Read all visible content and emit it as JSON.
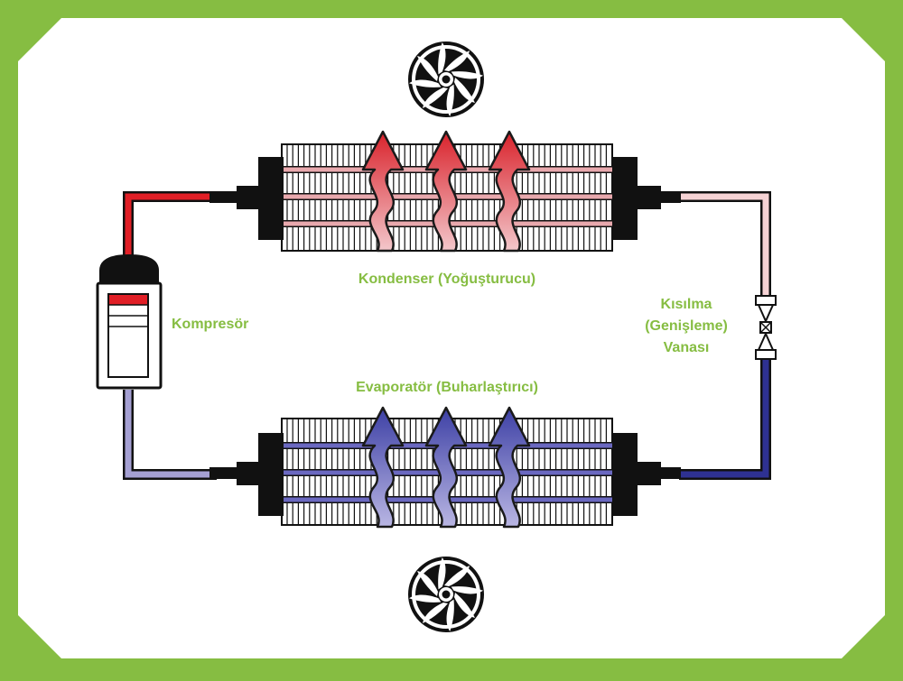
{
  "labels": {
    "condenser": "Kondenser (Yoğuşturucu)",
    "evaporator": "Evaporatör (Buharlaştırıcı)",
    "compressor": "Kompresör",
    "valve_line1": "Kısılma",
    "valve_line2": "(Genişleme)",
    "valve_line3": "Vanası"
  },
  "colors": {
    "frame": "#86bd42",
    "panel": "#ffffff",
    "label_green": "#86bd42",
    "hot_red": "#e11f26",
    "warm_pink": "#f6d3d5",
    "cold_blue": "#2e3192",
    "cool_lavender": "#a5a0d3",
    "outline": "#111111"
  },
  "icons": [
    "fan-icon",
    "heat-arrow-icon",
    "compressor-icon",
    "expansion-valve-icon"
  ]
}
